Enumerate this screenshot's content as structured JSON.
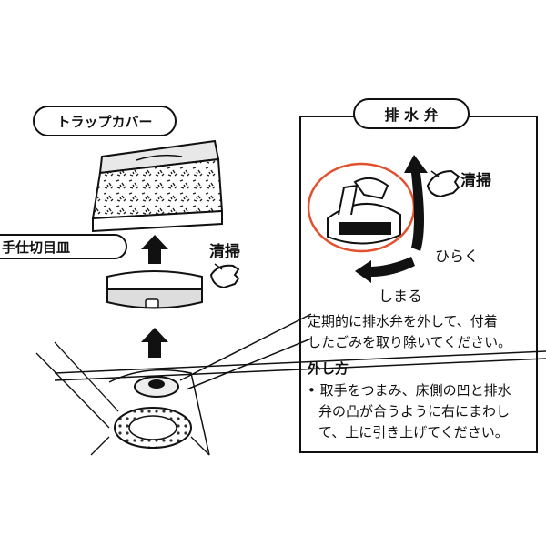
{
  "labels": {
    "trap_cover": "トラップカバー",
    "partition_plate": "手仕切目皿",
    "cleaning_left": "清掃",
    "drain_valve_title": "排 水 弁",
    "cleaning_right": "清掃",
    "open": "ひらく",
    "close": "しまる"
  },
  "instructions": {
    "line1": "定期的に排水弁を外して、付着",
    "line2": "したごみを取り除いてください。",
    "heading": "外し方",
    "bullet1": "• 取手をつまみ、床側の凹と排水",
    "bullet2": "弁の凸が合うように右にまわし",
    "bullet3": "て、上に引き上げてください。"
  },
  "colors": {
    "highlight_circle": "#e2512d",
    "ink": "#111111"
  },
  "icons": [
    "up-arrow-icon",
    "pointing-hand-icon",
    "rotate-arrow-icon"
  ]
}
